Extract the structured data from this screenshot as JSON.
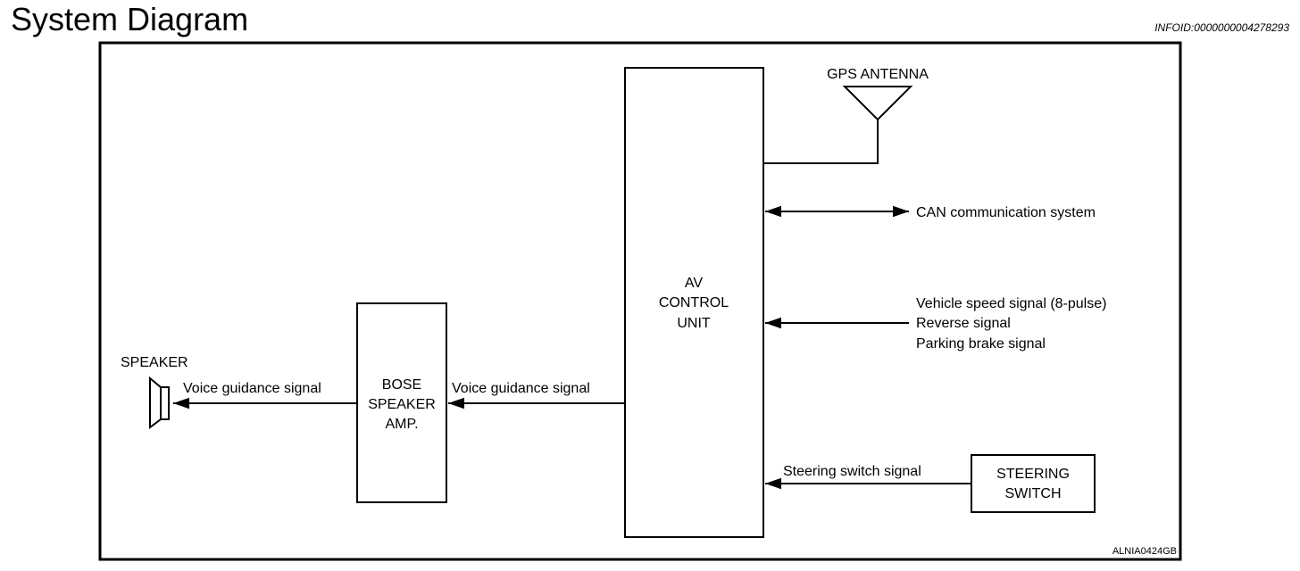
{
  "header": {
    "title": "System Diagram",
    "info_id": "INFOID:0000000004278293"
  },
  "diagram": {
    "av_unit": [
      "AV",
      "CONTROL",
      "UNIT"
    ],
    "gps_antenna": "GPS ANTENNA",
    "can_system": "CAN communication system",
    "vehicle_signals": [
      "Vehicle speed signal (8-pulse)",
      "Reverse signal",
      "Parking brake signal"
    ],
    "bose_amp": [
      "BOSE",
      "SPEAKER",
      "AMP."
    ],
    "voice_signal_av_to_amp": "Voice guidance signal",
    "voice_signal_amp_to_speaker": "Voice guidance signal",
    "speaker": "SPEAKER",
    "steering_switch": [
      "STEERING",
      "SWITCH"
    ],
    "steering_switch_signal": "Steering switch signal",
    "figure_code": "ALNIA0424GB"
  }
}
